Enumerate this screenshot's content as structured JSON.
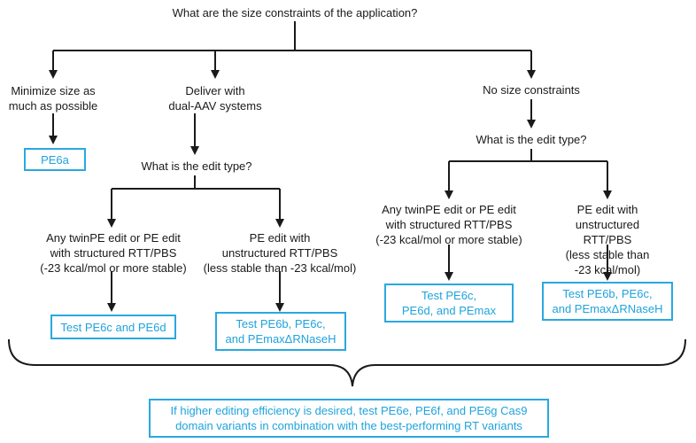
{
  "root_question": "What are the size constraints of the application?",
  "branches": {
    "minimize": {
      "label": "Minimize size as\nmuch as possible",
      "result": "PE6a"
    },
    "dual_aav": {
      "label": "Deliver with\ndual-AAV systems",
      "question": "What is the edit type?",
      "structured": {
        "label": "Any twinPE edit or PE edit\nwith structured RTT/PBS\n(-23 kcal/mol or more stable)",
        "result": "Test PE6c and PE6d"
      },
      "unstructured": {
        "label": "PE edit with\nunstructured RTT/PBS\n(less stable than -23 kcal/mol)",
        "result": "Test PE6b, PE6c,\nand PEmaxΔRNaseH"
      }
    },
    "no_constraints": {
      "label": "No size constraints",
      "question": "What is the edit type?",
      "structured": {
        "label": "Any twinPE edit or PE edit\nwith structured RTT/PBS\n(-23 kcal/mol or more stable)",
        "result": "Test PE6c,\nPE6d, and PEmax"
      },
      "unstructured": {
        "label": "PE edit with\nunstructured RTT/PBS\n(less stable than -23 kcal/mol)",
        "result": "Test PE6b, PE6c,\nand PEmaxΔRNaseH"
      }
    }
  },
  "footer_note": "If higher editing efficiency is desired, test PE6e, PE6f, and PE6g Cas9\ndomain variants in combination with the best-performing RT variants",
  "colors": {
    "result_border": "#29a8e0",
    "result_text": "#1fa3dc",
    "lines": "#1a1a1a"
  }
}
